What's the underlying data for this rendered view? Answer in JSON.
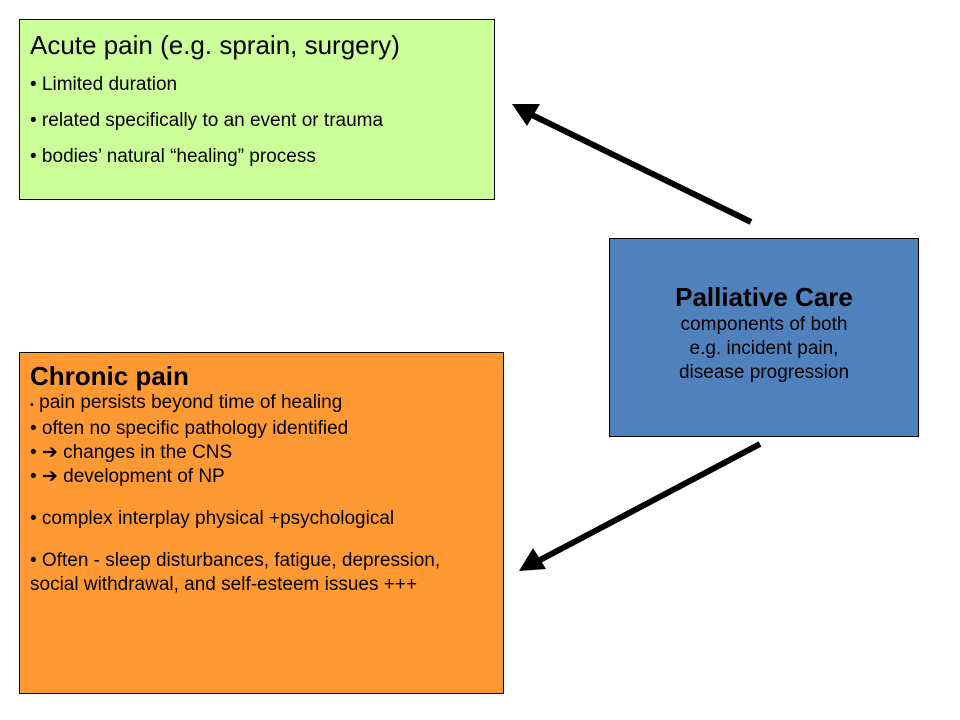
{
  "acute": {
    "title": "Acute pain (e.g. sprain, surgery)",
    "items": [
      "• Limited duration",
      "• related specifically to an event or trauma",
      "• bodies’ natural “healing” process"
    ]
  },
  "chronic": {
    "title": "Chronic pain",
    "items": [
      {
        "bullet": "•",
        "text": " pain persists beyond time of healing"
      },
      {
        "bullet": "",
        "text": "• often no specific pathology identified"
      },
      {
        "bullet": "",
        "text": "• ➔ changes in the CNS"
      },
      {
        "bullet": "",
        "text": "• ➔ development of NP"
      },
      {
        "bullet": "",
        "text": "• complex interplay physical +psychological"
      },
      {
        "bullet": "",
        "text": "• Often - sleep disturbances, fatigue, depression, social withdrawal, and self-esteem issues +++"
      }
    ]
  },
  "palliative": {
    "title": "Palliative Care",
    "lines": [
      "components of both",
      "e.g. incident pain,",
      "disease progression"
    ]
  },
  "colors": {
    "acute_bg": "#ccff99",
    "chronic_bg": "#ff9933",
    "palliative_bg": "#4f81bd"
  }
}
